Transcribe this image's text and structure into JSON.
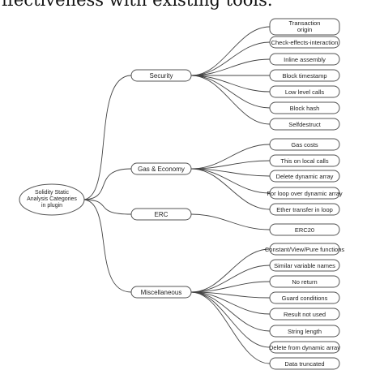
{
  "caption": "ffectiveness with existing tools.",
  "root": {
    "lines": [
      "Solidity Static",
      "Analysis Categories",
      "in plugin"
    ]
  },
  "categories": [
    {
      "label": "Security",
      "items": [
        "Transaction origin",
        "Check-effects-interaction",
        "Inline assembly",
        "Block timestamp",
        "Low level calls",
        "Block hash",
        "Selfdestruct"
      ]
    },
    {
      "label": "Gas & Economy",
      "items": [
        "Gas costs",
        "This on local calls",
        "Delete dynamic array",
        "For loop over dynamic array",
        "Ether transfer in loop"
      ]
    },
    {
      "label": "ERC",
      "items": [
        "ERC20"
      ]
    },
    {
      "label": "Miscellaneous",
      "items": [
        "Constant/View/Pure functions",
        "Similar variable names",
        "No return",
        "Guard conditions",
        "Result not used",
        "String length",
        "Delete from dynamic array",
        "Data truncated"
      ]
    }
  ]
}
